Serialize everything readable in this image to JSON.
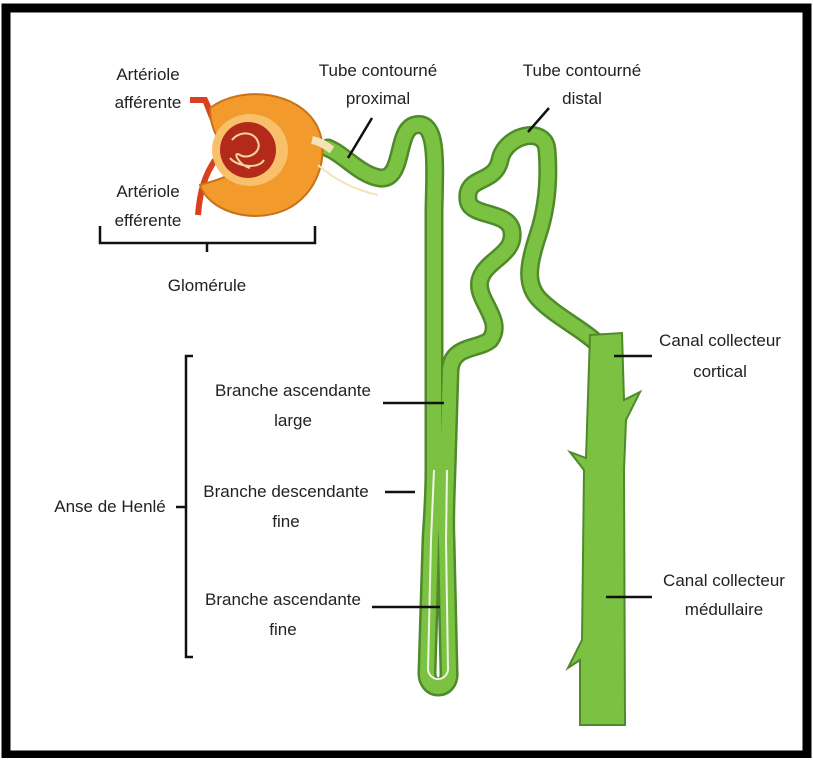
{
  "labels": {
    "arteriole_afferente": [
      "Artériole",
      "afférente"
    ],
    "arteriole_efferente": [
      "Artériole",
      "efférente"
    ],
    "glomerule": "Glomérule",
    "tube_contourne_proximal": [
      "Tube contourné",
      "proximal"
    ],
    "tube_contourne_distal": [
      "Tube contourné",
      "distal"
    ],
    "canal_collecteur_cortical": [
      "Canal collecteur",
      "cortical"
    ],
    "canal_collecteur_medullaire": [
      "Canal collecteur",
      "médullaire"
    ],
    "branche_ascendante_large": [
      "Branche ascendante",
      "large"
    ],
    "branche_descendante_fine": [
      "Branche descendante",
      "fine"
    ],
    "branche_ascendante_fine": [
      "Branche ascendante",
      "fine"
    ],
    "anse_de_henle": "Anse de Henlé"
  },
  "colors": {
    "tubule_green": "#7cc242",
    "tubule_outline": "#4e8a2a",
    "capsule_orange": "#f39a2c",
    "capsule_light": "#f8c06a",
    "arteriole_red": "#d8401f",
    "glomerulus_red": "#b42a1a"
  }
}
